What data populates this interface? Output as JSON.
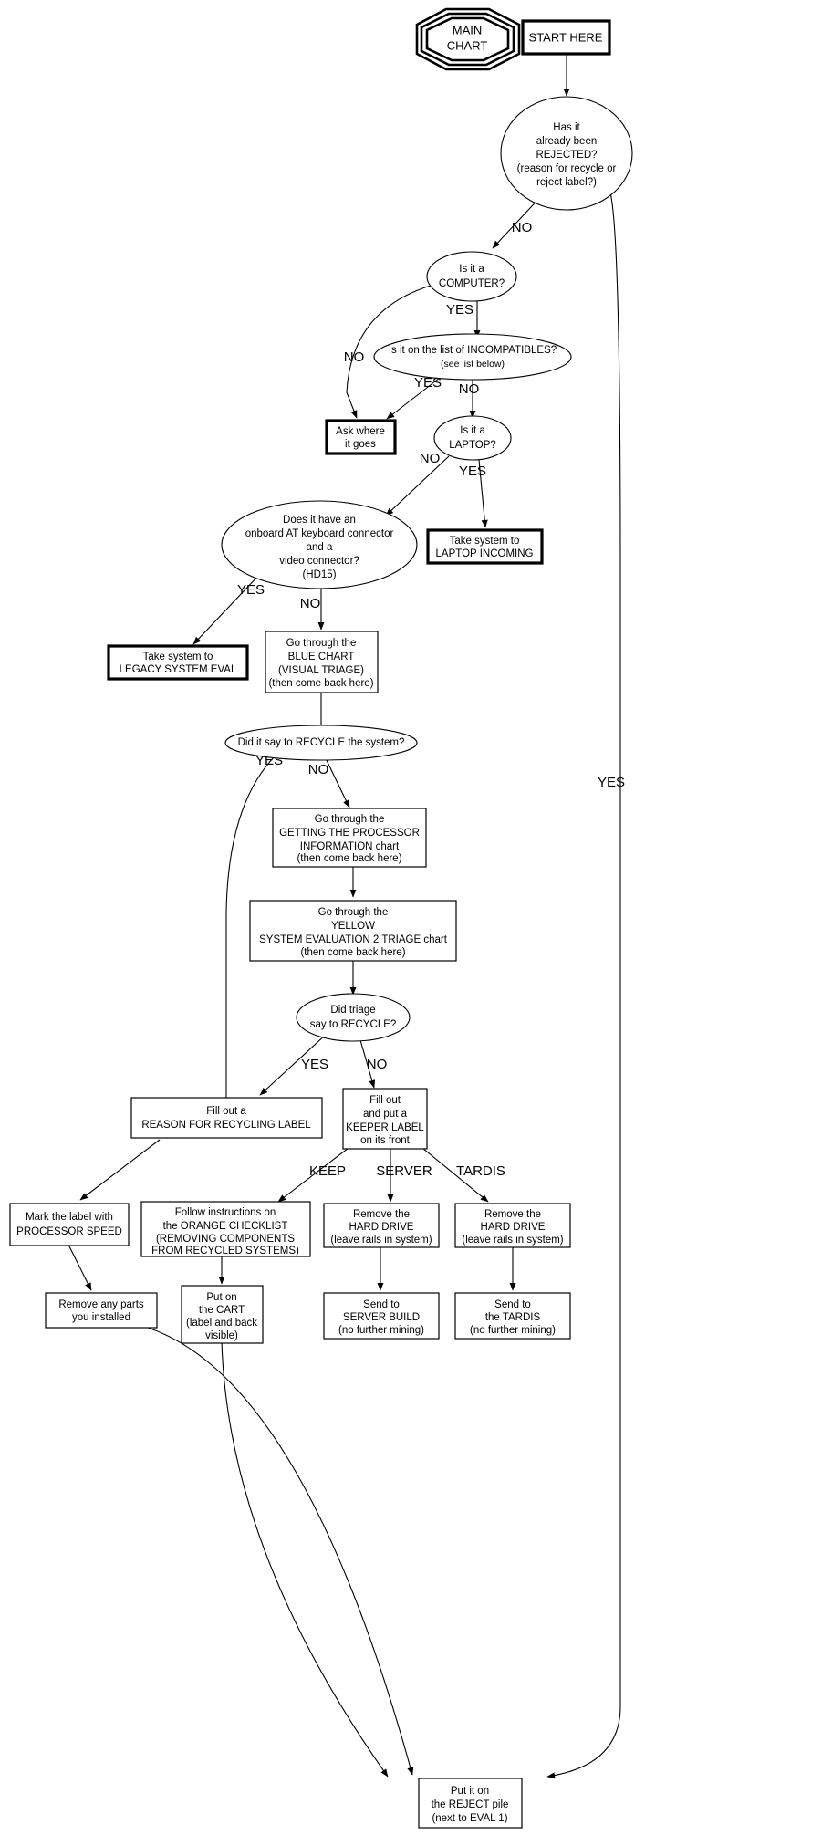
{
  "title": "MAIN CHART",
  "colors": {
    "stroke": "#000000",
    "background": "#ffffff"
  },
  "nodes": {
    "main_chart": {
      "line1": "MAIN",
      "line2": "CHART"
    },
    "start_here": {
      "line1": "START HERE"
    },
    "rejected": {
      "line1": "Has it",
      "line2": "already been",
      "line3": "REJECTED?",
      "line4": "(reason for recycle or",
      "line5": "reject label?)"
    },
    "is_computer": {
      "line1": "Is it a",
      "line2": "COMPUTER?"
    },
    "incompatibles": {
      "line1": "Is it on the list of  INCOMPATIBLES?",
      "line2": "(see list below)"
    },
    "ask_where": {
      "line1": "Ask where",
      "line2": "it goes"
    },
    "is_laptop": {
      "line1": "Is it a",
      "line2": "LAPTOP?"
    },
    "laptop_incoming": {
      "line1": "Take system to",
      "line2": "LAPTOP INCOMING"
    },
    "at_keyboard": {
      "line1": "Does it have an",
      "line2": "onboard AT keyboard connector",
      "line3": "and a",
      "line4": "video connector?",
      "line5": "(HD15)"
    },
    "legacy_eval": {
      "line1": "Take system to",
      "line2": "LEGACY SYSTEM EVAL"
    },
    "blue_chart": {
      "line1": "Go through the",
      "line2": "BLUE CHART",
      "line3": "(VISUAL TRIAGE)",
      "line4": "(then come back here)"
    },
    "say_recycle": {
      "line1": "Did it say to RECYCLE the system?"
    },
    "processor_info": {
      "line1": "Go through the",
      "line2": "GETTING THE PROCESSOR",
      "line3": "INFORMATION chart",
      "line4": "(then come back here)"
    },
    "yellow_chart": {
      "line1": "Go through the",
      "line2": "YELLOW",
      "line3": "SYSTEM EVALUATION 2 TRIAGE chart",
      "line4": "(then come back here)"
    },
    "triage_recycle": {
      "line1": "Did triage",
      "line2": "say to RECYCLE?"
    },
    "reason_label": {
      "line1": "Fill out a",
      "line2": "REASON FOR RECYCLING LABEL"
    },
    "keeper_label": {
      "line1": "Fill out",
      "line2": "and put a",
      "line3": "KEEPER LABEL",
      "line4": "on its front"
    },
    "mark_label": {
      "line1": "Mark the label with",
      "line2": "PROCESSOR SPEED"
    },
    "orange_checklist": {
      "line1": "Follow instructions on",
      "line2": "the ORANGE CHECKLIST",
      "line3": "(REMOVING COMPONENTS",
      "line4": "FROM RECYCLED SYSTEMS)"
    },
    "remove_hd_server": {
      "line1": "Remove the",
      "line2": "HARD DRIVE",
      "line3": "(leave rails in system)"
    },
    "remove_hd_tardis": {
      "line1": "Remove the",
      "line2": "HARD DRIVE",
      "line3": "(leave rails in system)"
    },
    "remove_parts": {
      "line1": "Remove any parts",
      "line2": "you installed"
    },
    "put_on_cart": {
      "line1": "Put on",
      "line2": "the CART",
      "line3": "(label and back",
      "line4": "visible)"
    },
    "server_build": {
      "line1": "Send to",
      "line2": "SERVER BUILD",
      "line3": "(no further mining)"
    },
    "tardis": {
      "line1": "Send to",
      "line2": "the TARDIS",
      "line3": "(no further mining)"
    },
    "reject_pile": {
      "line1": "Put it on",
      "line2": "the REJECT pile",
      "line3": "(next to EVAL 1)"
    }
  },
  "edge_labels": {
    "rejected_no": "NO",
    "rejected_yes": "YES",
    "computer_yes": "YES",
    "computer_no": "NO",
    "incompat_yes": "YES",
    "incompat_no": "NO",
    "laptop_no": "NO",
    "laptop_yes": "YES",
    "atkbd_yes": "YES",
    "atkbd_no": "NO",
    "recycle_yes": "YES",
    "recycle_no": "NO",
    "triage_yes": "YES",
    "triage_no": "NO",
    "keep": "KEEP",
    "server": "SERVER",
    "tardis": "TARDIS"
  }
}
